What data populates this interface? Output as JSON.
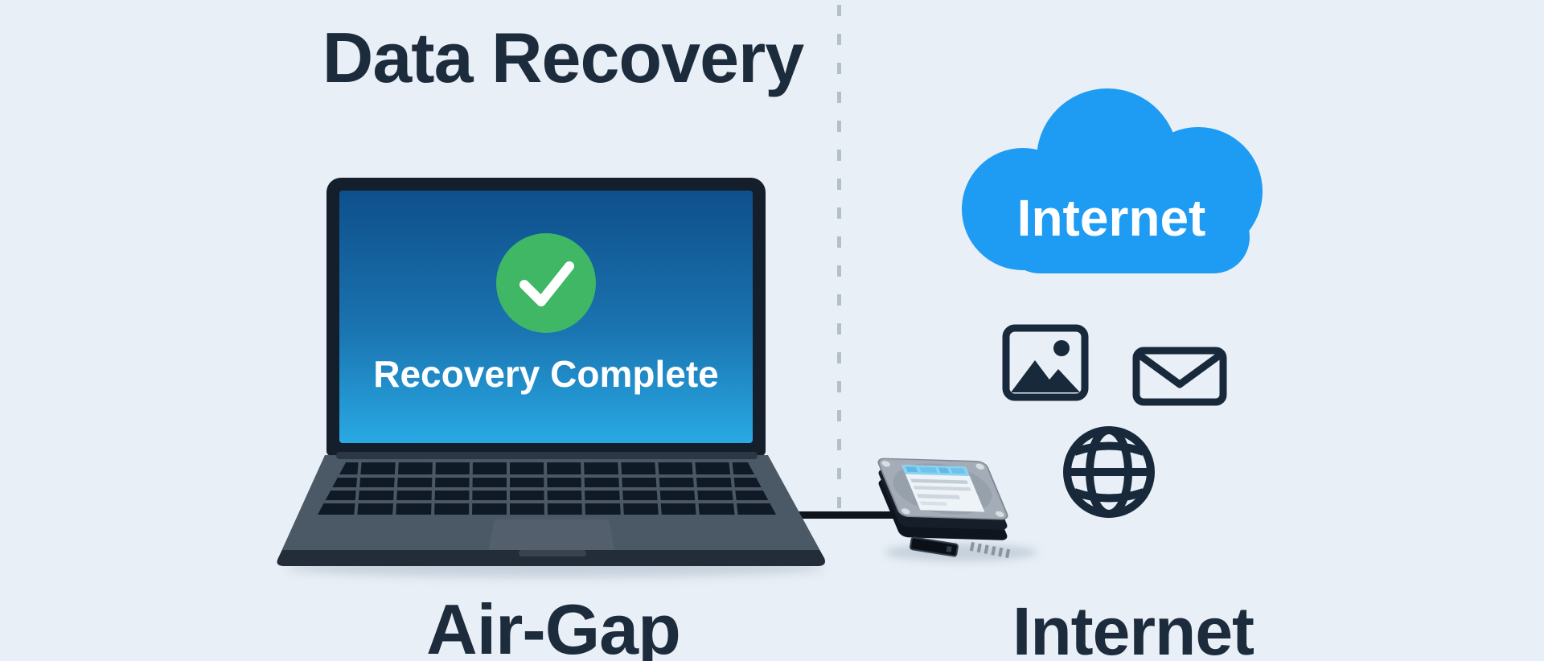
{
  "title": "Data Recovery",
  "laptop": {
    "screen_status": "Recovery Complete"
  },
  "cloud": {
    "label": "Internet"
  },
  "section_labels": {
    "left": "Air-Gap",
    "right": "Internet"
  },
  "icons": {
    "checkmark": "checkmark-icon",
    "cloud": "cloud-icon",
    "image": "image-icon",
    "envelope": "envelope-icon",
    "globe": "globe-icon",
    "hard_drive": "hard-drive-icon",
    "laptop": "laptop-icon"
  },
  "colors": {
    "background": "#e9eff6",
    "heading_text": "#1d2c3c",
    "cloud_blue": "#1e9bf2",
    "success_green": "#3fb765",
    "icon_navy": "#17293a",
    "screen_gradient_top": "#0e4f8c",
    "screen_gradient_bottom": "#29a9e4",
    "laptop_body": "#4b5967",
    "divider_dash": "#b3c0cc"
  }
}
